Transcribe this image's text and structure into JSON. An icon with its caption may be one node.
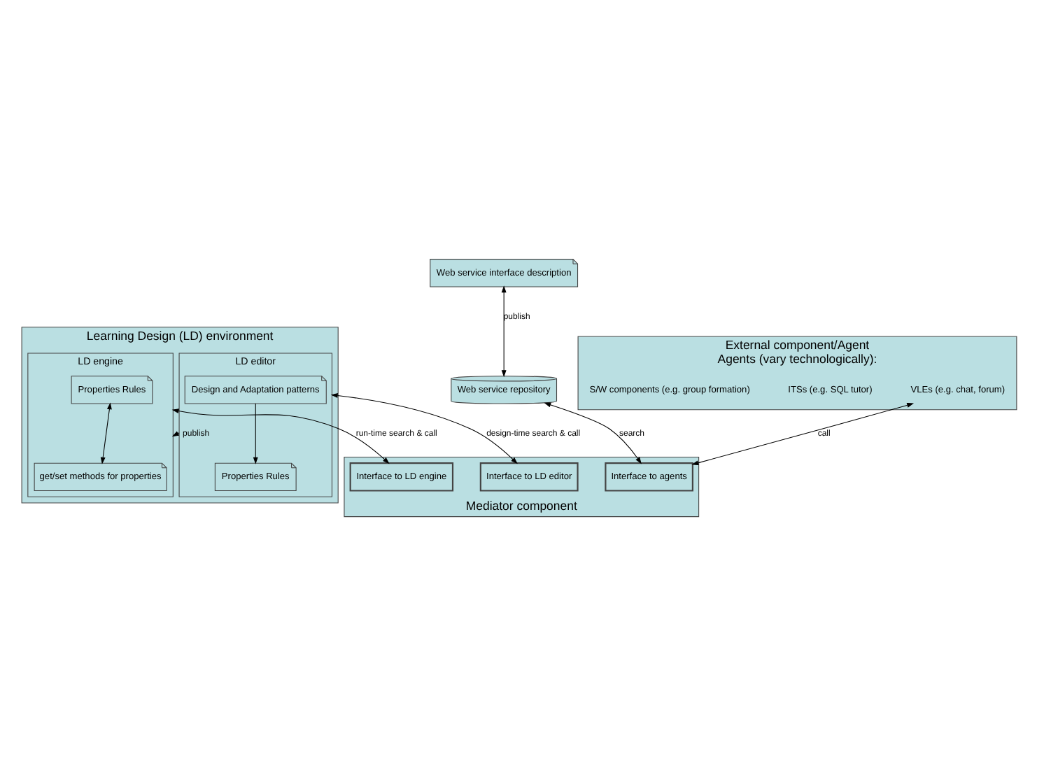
{
  "diagram": {
    "nodes": [
      {
        "text": [
          "External component/Agent",
          "Agents (vary technologically):"
        ]
      },
      {
        "text": [
          "VLEs (e.g. chat, forum)"
        ],
        "in": 0
      },
      {
        "text": [
          "ITSs (e.g. SQL tutor)"
        ],
        "in": 0
      },
      {
        "text": [
          "S/W components (e.g. group formation)"
        ],
        "in": 0
      },
      {
        "text": [
          "Web service interface description"
        ]
      },
      {
        "text": [
          "Learning Design (LD) environment"
        ]
      },
      {
        "text": [
          "LD editor"
        ],
        "in": 5
      },
      {
        "text": [
          "Design and Adaptation patterns"
        ],
        "in": 6
      },
      {
        "text": [
          "Properties Rules"
        ],
        "in": 6
      },
      {
        "text": [
          "LD engine"
        ],
        "in": 5
      },
      {
        "text": [
          "Properties Rules"
        ],
        "in": 9
      },
      {
        "text": [
          "get/set methods for properties"
        ],
        "in": 9
      },
      {
        "text": [
          "Web service repository"
        ]
      },
      {
        "text": [
          "Mediator component"
        ]
      },
      {
        "text": [
          "Interface to LD editor"
        ],
        "in": 13
      },
      {
        "text": [
          "Interface to LD engine"
        ],
        "in": 13
      },
      {
        "text": [
          "Interface to agents"
        ],
        "in": 13
      }
    ],
    "edges": [
      {
        "from": 7,
        "to": 8,
        "arrow": "to"
      },
      {
        "from": 6,
        "to": 9,
        "arrow": "to",
        "label": "publish"
      },
      {
        "from": 10,
        "to": 11,
        "arrow": "both"
      },
      {
        "from": 4,
        "to": 12,
        "arrow": "both",
        "label": "publish"
      },
      {
        "from": 6,
        "to": 14,
        "arrow": "both",
        "label": "design-time search & call"
      },
      {
        "from": 9,
        "to": 15,
        "arrow": "both",
        "label": "run-time search & call"
      },
      {
        "from": 16,
        "to": 1,
        "arrow": "both",
        "label": "call"
      },
      {
        "from": 16,
        "to": 12,
        "arrow": "both",
        "label": "search"
      }
    ]
  }
}
